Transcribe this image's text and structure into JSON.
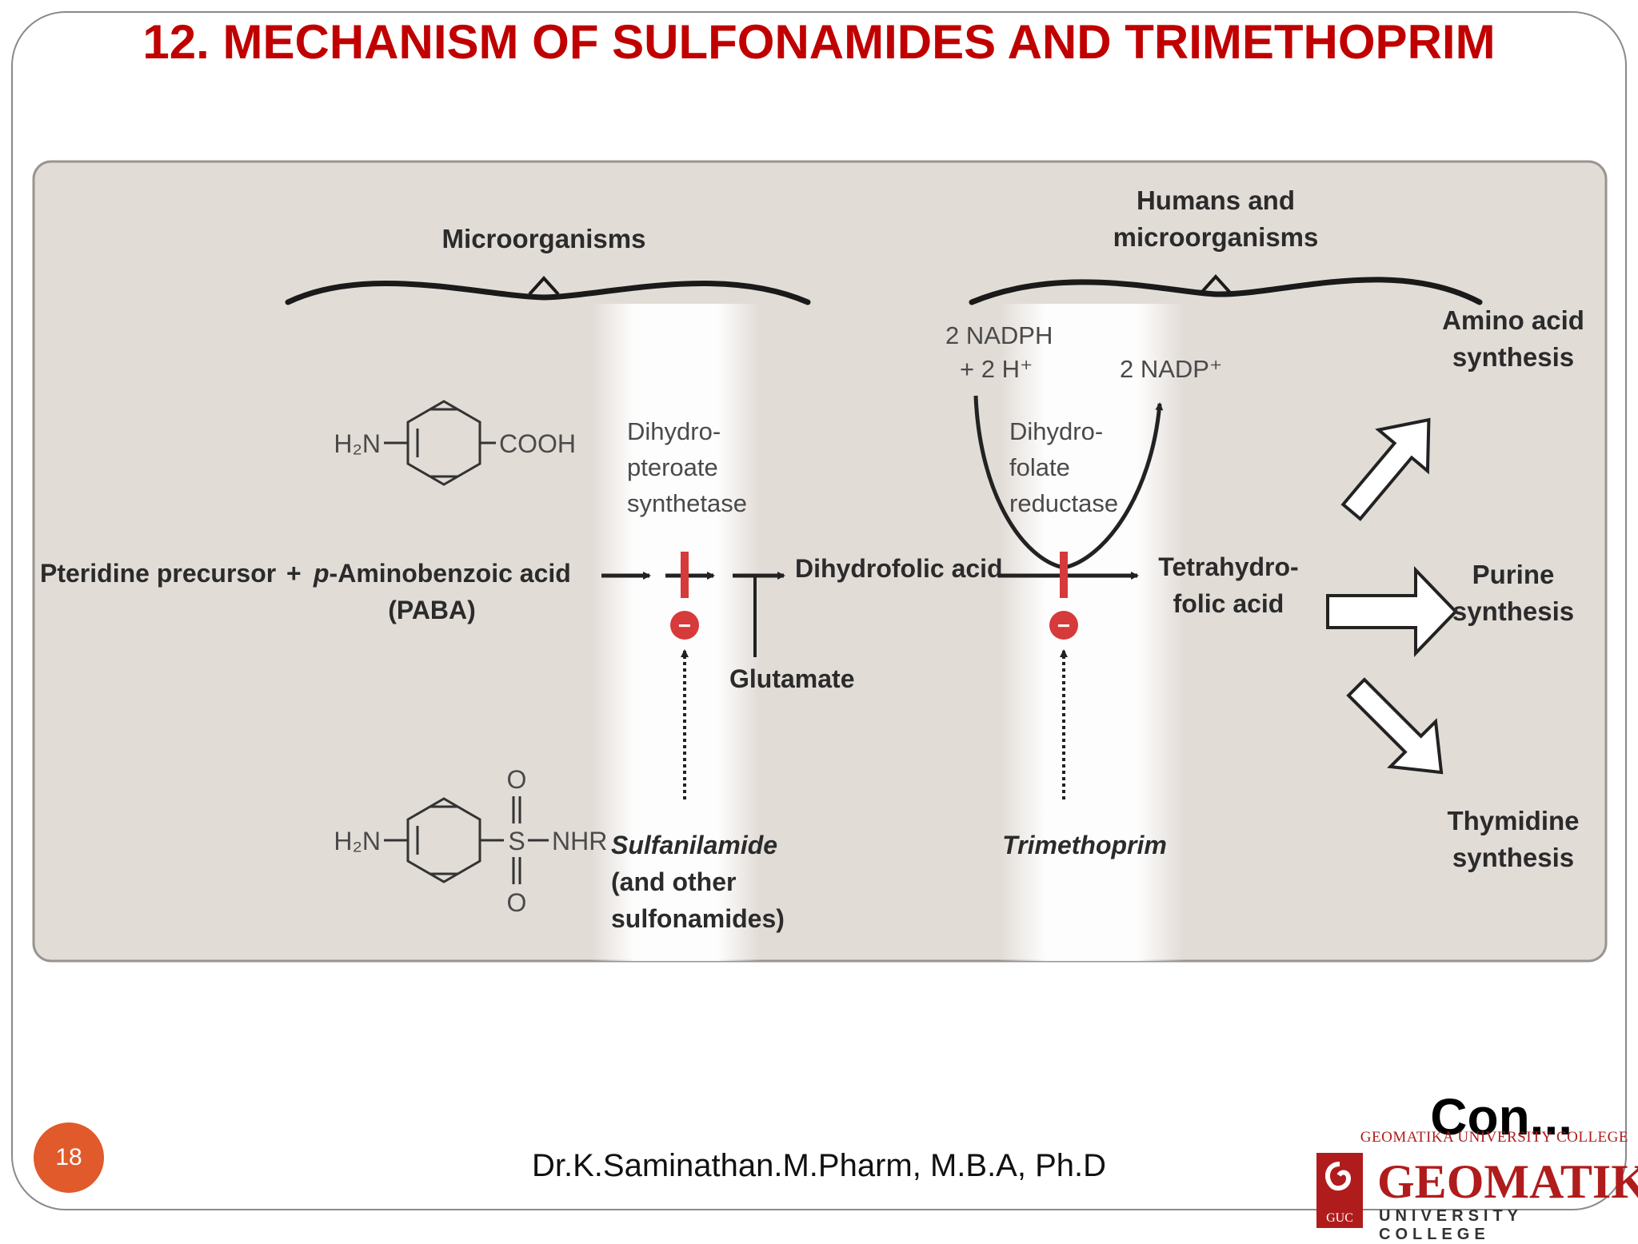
{
  "slide": {
    "title": "12. MECHANISM OF SULFONAMIDES AND TRIMETHOPRIM",
    "page_number": "18",
    "author": "Dr.K.Saminathan.M.Pharm, M.B.A, Ph.D",
    "continuation": "Con..."
  },
  "diagram": {
    "group_microorganisms": "Microorganisms",
    "group_humans_line1": "Humans and",
    "group_humans_line2": "microorganisms",
    "pteridine": "Pteridine precursor",
    "plus": "+",
    "paba_prefix": "p",
    "paba_name": "-Aminobenzoic acid",
    "paba_abbrev": "(PABA)",
    "paba_h2n": "H₂N",
    "paba_cooh": "COOH",
    "sulfa_h2n": "H₂N",
    "sulfa_s": "S",
    "sulfa_nhr": "NHR",
    "sulfa_o_top": "O",
    "sulfa_o_bottom": "O",
    "enzyme1_line1": "Dihydro-",
    "enzyme1_line2": "pteroate",
    "enzyme1_line3": "synthetase",
    "dihydrofolic": "Dihydrofolic acid",
    "glutamate": "Glutamate",
    "nadph_line1": "2 NADPH",
    "nadph_line2": "+ 2 H⁺",
    "nadp": "2 NADP⁺",
    "enzyme2_line1": "Dihydro-",
    "enzyme2_line2": "folate",
    "enzyme2_line3": "reductase",
    "tetrahydro_line1": "Tetrahydro-",
    "tetrahydro_line2": "folic acid",
    "sulfanilamide_line1": "Sulfanilamide",
    "sulfanilamide_line2": "(and other",
    "sulfanilamide_line3": "sulfonamides)",
    "trimethoprim": "Trimethoprim",
    "amino_line1": "Amino acid",
    "amino_line2": "synthesis",
    "purine_line1": "Purine",
    "purine_line2": "synthesis",
    "thymidine_line1": "Thymidine",
    "thymidine_line2": "synthesis",
    "inhibit_symbol": "−"
  },
  "logo": {
    "small_text": "GEOMATIKA UNIVERSITY COLLEGE",
    "main_text": "GEOMATIKA",
    "sub_text": "UNIVERSITY COLLEGE",
    "emblem_text": "GUC"
  },
  "colors": {
    "title": "#c00000",
    "diagram_bg": "#e2dcd7",
    "inhibit_red": "#d63a3a",
    "badge_orange": "#e05a2b",
    "logo_red": "#b01c1c"
  }
}
